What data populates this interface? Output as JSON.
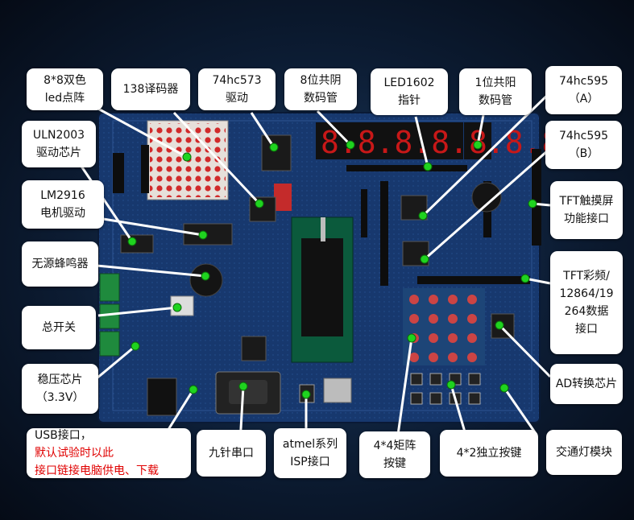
{
  "labels": {
    "led_matrix": [
      "8*8双色",
      "led点阵"
    ],
    "decoder_138": [
      "138译码器"
    ],
    "hc573": [
      "74hc573",
      "驱动"
    ],
    "cc_8digit": [
      "8位共阴",
      "数码管"
    ],
    "lcd1602": [
      "LED1602",
      "指针"
    ],
    "ca_1digit": [
      "1位共阳",
      "数码管"
    ],
    "hc595_a": [
      "74hc595",
      "（A）"
    ],
    "hc595_b": [
      "74hc595",
      "（B）"
    ],
    "uln2003": [
      "ULN2003",
      "驱动芯片"
    ],
    "lm2916": [
      "LM2916",
      "电机驱动"
    ],
    "buzzer": [
      "无源蜂鸣器"
    ],
    "power_switch": [
      "总开关"
    ],
    "regulator": [
      "稳压芯片",
      "（3.3V）"
    ],
    "tft_touch": [
      "TFT触摸屏",
      "功能接口"
    ],
    "tft_color": [
      "TFT彩频/",
      "12864/19",
      "264数据",
      "接口"
    ],
    "ad_chip": [
      "AD转换芯片"
    ],
    "usb_prefix": "USB接口，",
    "usb_red_1": "默认试验时以此",
    "usb_red_2": "接口链接电脑供电、下载",
    "serial": [
      "九针串口"
    ],
    "isp": [
      "atmel系列",
      "ISP接口"
    ],
    "matrix_keys": [
      "4*4矩阵",
      "按键"
    ],
    "indep_keys": [
      "4*2独立按键"
    ],
    "traffic": [
      "交通灯模块"
    ]
  },
  "colors": {
    "board": "#17386e",
    "pointer": "#ffffff",
    "marker": "#1fd41f",
    "warning_text": "#e00000"
  }
}
